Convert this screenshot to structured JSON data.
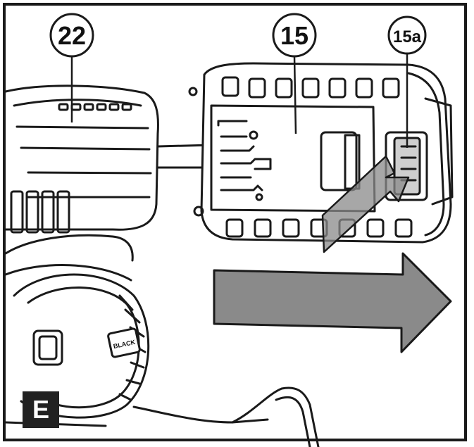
{
  "callouts": {
    "main_handle": "22",
    "battery": "15",
    "release_button": "15a"
  },
  "figure_label": "E",
  "badge_text": "BLACK",
  "colors": {
    "line": "#1a1a1a",
    "arrow_fill": "#8a8a8a",
    "label_bg": "#222222",
    "label_fg": "#ffffff"
  }
}
